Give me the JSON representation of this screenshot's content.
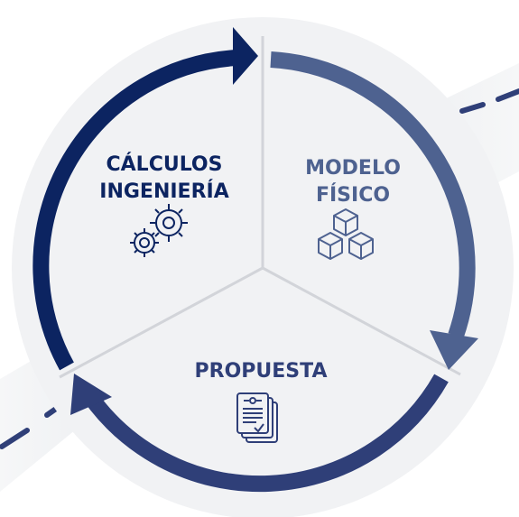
{
  "diagram": {
    "segments": [
      {
        "id": "calculos",
        "lines": [
          "CÁLCULOS",
          "INGENIERÍA"
        ],
        "icon": "gears-icon",
        "color": "#0c2461"
      },
      {
        "id": "modelo",
        "lines": [
          "MODELO",
          "FÍSICO"
        ],
        "icon": "cubes-icon",
        "color": "#4e6290"
      },
      {
        "id": "propuesta",
        "lines": [
          "PROPUESTA"
        ],
        "icon": "document-checklist-icon",
        "color": "#2f3f78"
      }
    ],
    "colors": {
      "circle_fill": "#f1f2f4",
      "divider": "#d2d4d9",
      "ring_dark": "#0c2461",
      "ring_mid": "#2f3f78",
      "ring_light": "#4e6290",
      "road": "#2f3f78"
    }
  }
}
